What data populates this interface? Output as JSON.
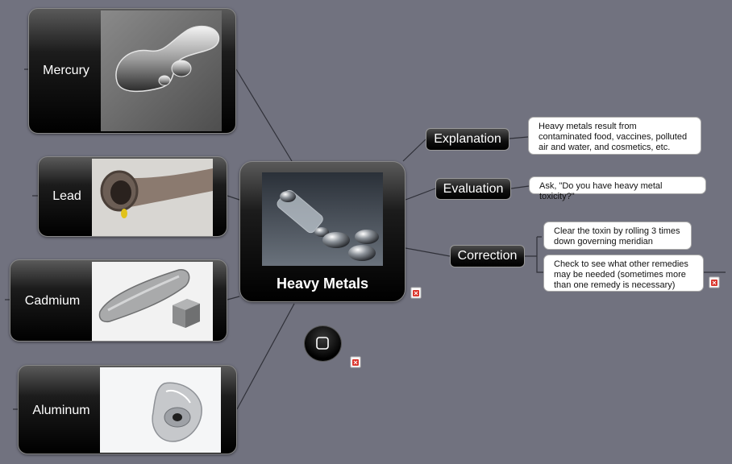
{
  "central": {
    "title": "Heavy Metals"
  },
  "metals": [
    {
      "label": "Mercury"
    },
    {
      "label": "Lead"
    },
    {
      "label": "Cadmium"
    },
    {
      "label": "Aluminum"
    }
  ],
  "branches": [
    {
      "label": "Explanation",
      "note": "Heavy metals result from contaminated food, vaccines, polluted air and water, and cosmetics, etc."
    },
    {
      "label": "Evaluation",
      "note": "Ask, \"Do you have heavy metal toxicity?\""
    },
    {
      "label": "Correction",
      "notes": [
        "Clear the toxin by rolling 3 times down governing meridian",
        "Check to see what other remedies may be needed (sometimes more than one remedy is necessary)"
      ]
    }
  ],
  "stop_button": {
    "icon": "stop-square-icon"
  },
  "attachment_icon": "pdf-attachment-icon",
  "colors": {
    "background": "#71727f",
    "node": "#000000",
    "line": "#2f3038"
  }
}
